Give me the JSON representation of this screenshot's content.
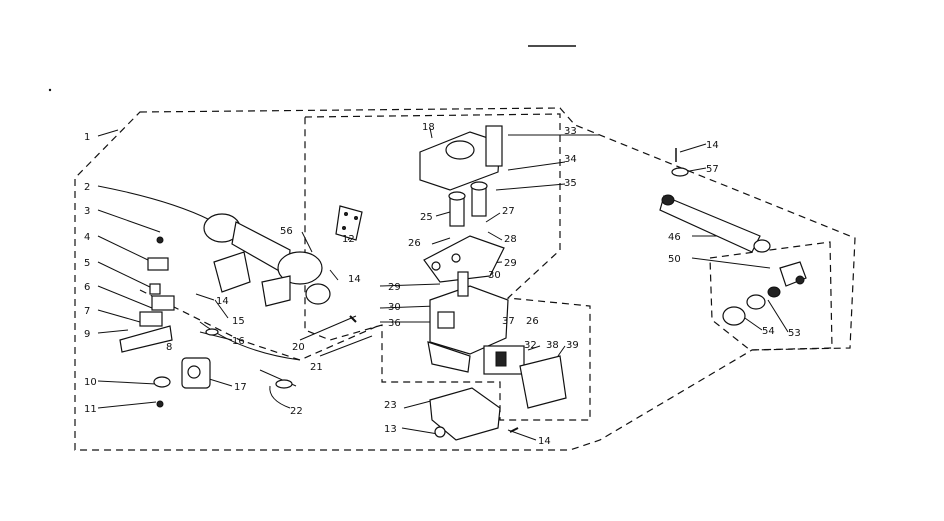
{
  "diagram": {
    "top_rule": "",
    "callouts": [
      "1",
      "2",
      "3",
      "4",
      "5",
      "6",
      "7",
      "8",
      "9",
      "10",
      "11",
      "12",
      "13",
      "14",
      "15",
      "16",
      "17",
      "18",
      "20",
      "21",
      "22",
      "23",
      "25",
      "26",
      "27",
      "28",
      "29",
      "30",
      "32",
      "33",
      "34",
      "35",
      "36",
      "37",
      "38",
      "39",
      "46",
      "50",
      "53",
      "54",
      "56",
      "57"
    ],
    "callout_14": "14",
    "callout_29": "29",
    "callout_30": "30",
    "callout_26": "26"
  }
}
